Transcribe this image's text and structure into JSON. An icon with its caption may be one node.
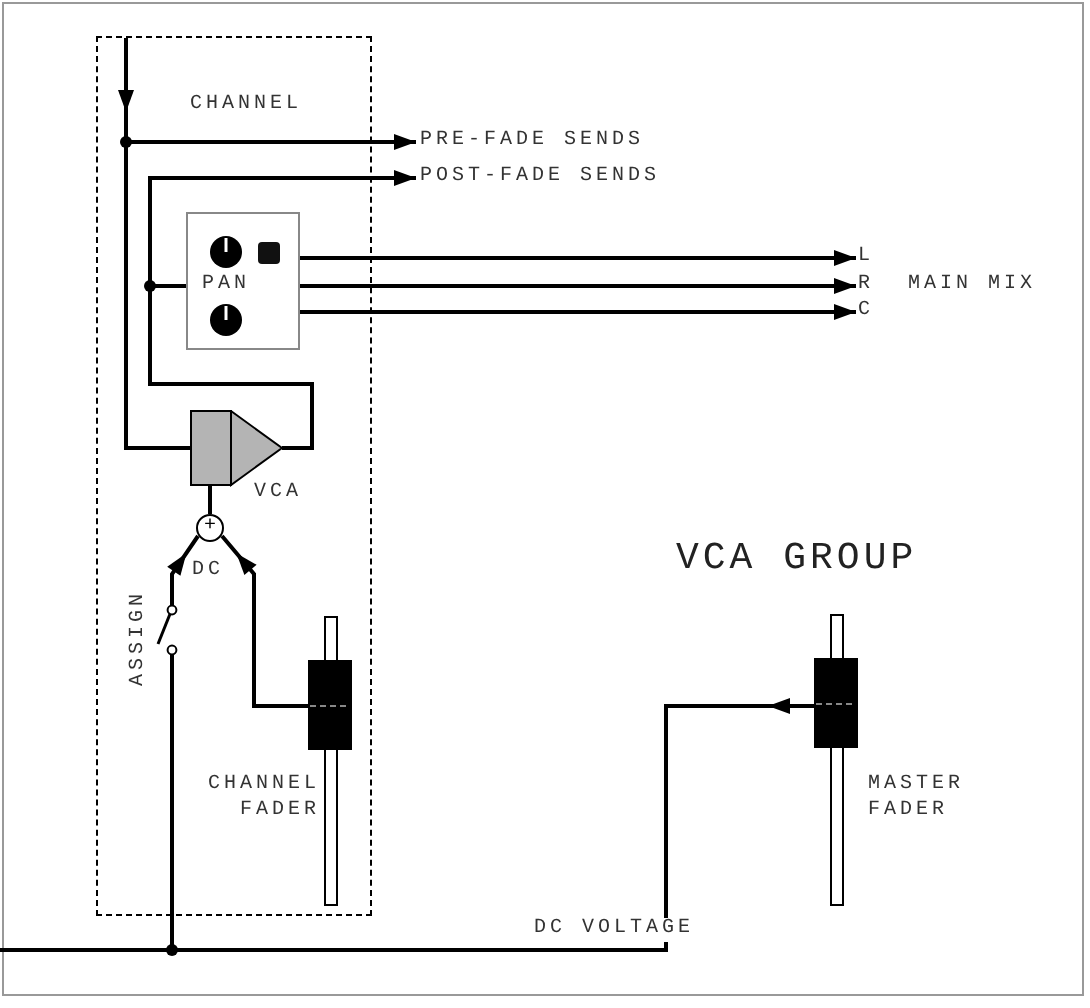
{
  "diagram": {
    "nodes": [
      {
        "text": [
          "CHANNEL"
        ]
      },
      {
        "text": [
          "PRE-FADE SENDS"
        ]
      },
      {
        "text": [
          "POST-FADE SENDS"
        ]
      },
      {
        "text": [
          "PAN"
        ],
        "in": 0
      },
      {
        "text": [
          "L"
        ]
      },
      {
        "text": [
          "R"
        ]
      },
      {
        "text": [
          "C"
        ]
      },
      {
        "text": [
          "VCA"
        ],
        "in": 0
      },
      {
        "text": [
          "+"
        ],
        "beside": [
          "DC"
        ],
        "in": 0
      },
      {
        "text": [],
        "shape": "switch",
        "beside": [
          "ASSIGN"
        ],
        "in": 0
      },
      {
        "text": [],
        "shape": "bar",
        "beside": [
          "CHANNEL FADER"
        ],
        "in": 0
      },
      {
        "text": [],
        "shape": "bar",
        "beside": [
          "MASTER FADER"
        ]
      }
    ],
    "edges": [
      {
        "from": 0,
        "to": 1,
        "arrow": "to"
      },
      {
        "from": 0,
        "to": 7,
        "arrow": "to"
      },
      {
        "from": 7,
        "to": 2,
        "arrow": "to"
      },
      {
        "from": 7,
        "to": 3,
        "arrow": "none"
      },
      {
        "from": 3,
        "to": 4,
        "arrow": "to"
      },
      {
        "from": 3,
        "to": 5,
        "arrow": "to"
      },
      {
        "from": 3,
        "to": 6,
        "arrow": "to"
      },
      {
        "from": 8,
        "to": 7,
        "arrow": "none"
      },
      {
        "from": 9,
        "to": 8,
        "arrow": "to"
      },
      {
        "from": 10,
        "to": 8,
        "arrow": "to"
      },
      {
        "from": 11,
        "to": 9,
        "arrow": "to",
        "label": "DC VOLTAGE"
      },
      {
        "from": 11,
        "to": null,
        "arrow": "none"
      }
    ],
    "labels": [
      "MAIN MIX",
      "VCA GROUP"
    ]
  }
}
